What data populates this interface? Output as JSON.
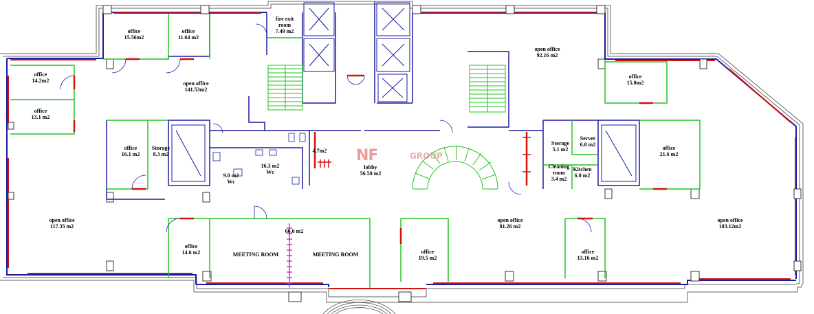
{
  "colors": {
    "wall": "#1a1aa0",
    "partition": "#22c322",
    "door": "#d41010",
    "window": "#d41010",
    "outline": "#555555",
    "stair": "#22c322",
    "dim": "#cc33cc",
    "watermark": "#e24a4a"
  },
  "watermark": {
    "brand": "NF",
    "suffix": "GROUP"
  },
  "rooms": [
    {
      "id": "office-15-56",
      "name": "office",
      "area": "15.56m2"
    },
    {
      "id": "office-11-64",
      "name": "office",
      "area": "11.64 m2"
    },
    {
      "id": "fire-exit",
      "name": "fire exit room",
      "area": "7.49 m2"
    },
    {
      "id": "open-office-92",
      "name": "open office",
      "area": "92.16 m2"
    },
    {
      "id": "office-14-2",
      "name": "office",
      "area": "14.2m2"
    },
    {
      "id": "office-13-1",
      "name": "office",
      "area": "13.1 m2"
    },
    {
      "id": "open-office-141",
      "name": "open office",
      "area": "141.53m2"
    },
    {
      "id": "office-15-0",
      "name": "office",
      "area": "15.0m2"
    },
    {
      "id": "office-16-1",
      "name": "office",
      "area": "16.1 m2"
    },
    {
      "id": "storage-8-3",
      "name": "Storage",
      "area": "8.3 m2"
    },
    {
      "id": "wc-9",
      "name": "9.0 m2",
      "area": "Wc"
    },
    {
      "id": "wc-16",
      "name": "16.3 m2",
      "area": "Wc"
    },
    {
      "id": "small-4-7",
      "name": "",
      "area": "4.7m2"
    },
    {
      "id": "lobby",
      "name": "lobby",
      "area": "56.50 m2"
    },
    {
      "id": "storage-5-1",
      "name": "Storage",
      "area": "5.1 m2"
    },
    {
      "id": "server",
      "name": "Server",
      "area": "6.0 m2"
    },
    {
      "id": "cleaning",
      "name": "Cleaning room",
      "area": "3.4 m2"
    },
    {
      "id": "kitchen",
      "name": "Kitchen",
      "area": "6.0 m2"
    },
    {
      "id": "office-21-6",
      "name": "office",
      "area": "21.6 m2"
    },
    {
      "id": "open-office-117",
      "name": "open office",
      "area": "117.35 m2"
    },
    {
      "id": "office-14-6",
      "name": "office",
      "area": "14.6 m2"
    },
    {
      "id": "meeting-66",
      "name": "",
      "area": "66.0 m2"
    },
    {
      "id": "meeting-room-1",
      "name": "MEETING ROOM",
      "area": ""
    },
    {
      "id": "meeting-room-2",
      "name": "MEETING ROOM",
      "area": ""
    },
    {
      "id": "open-office-81",
      "name": "open office",
      "area": "81.26 m2"
    },
    {
      "id": "office-19-5",
      "name": "office",
      "area": "19.5 m2"
    },
    {
      "id": "office-13-16",
      "name": "office",
      "area": "13.16 m2"
    },
    {
      "id": "open-office-183",
      "name": "open office",
      "area": "183.12m2"
    }
  ]
}
